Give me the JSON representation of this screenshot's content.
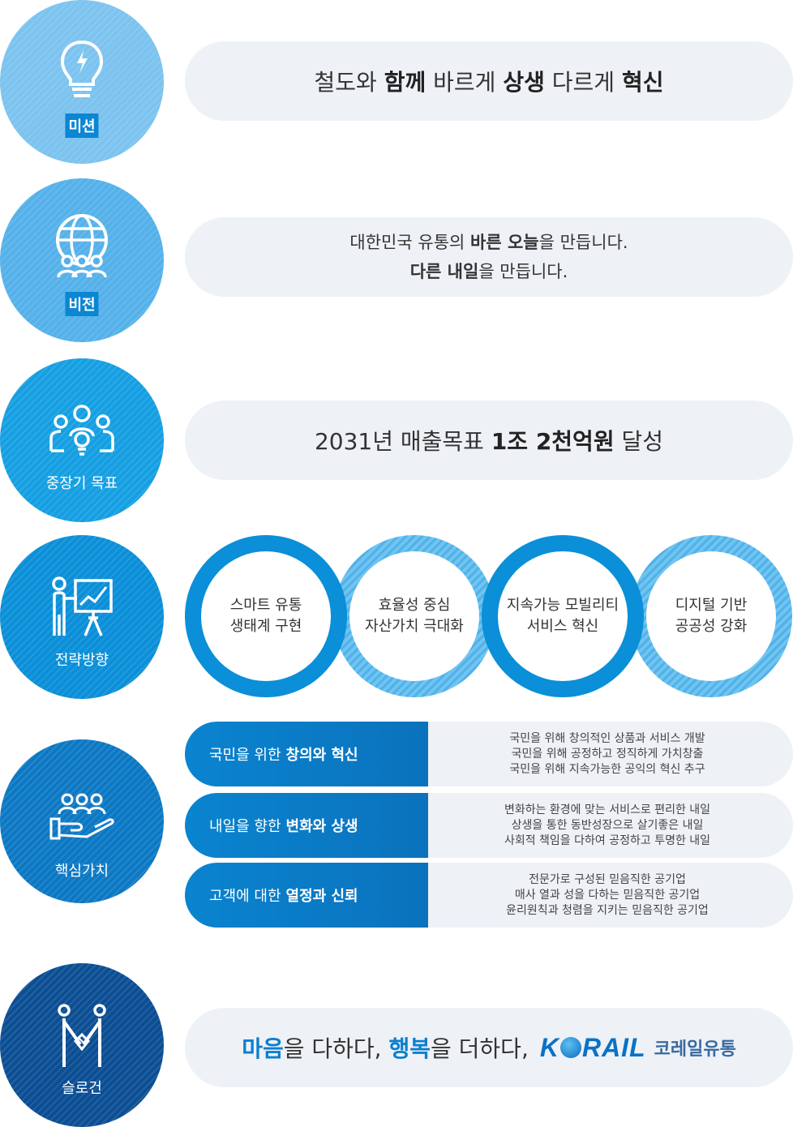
{
  "mission": {
    "tag": "미션",
    "text_parts": [
      {
        "t": "철도와 ",
        "b": false
      },
      {
        "t": "함께",
        "b": true
      },
      {
        "t": " 바르게 ",
        "b": false
      },
      {
        "t": "상생",
        "b": true
      },
      {
        "t": " 다르게 ",
        "b": false
      },
      {
        "t": "혁신",
        "b": true
      }
    ]
  },
  "vision": {
    "tag": "비전",
    "line1_parts": [
      {
        "t": "대한민국 유통의 ",
        "b": false
      },
      {
        "t": "바른 오늘",
        "b": true
      },
      {
        "t": "을 만듭니다.",
        "b": false
      }
    ],
    "line2_parts": [
      {
        "t": "다른 내일",
        "b": true
      },
      {
        "t": "을 만듭니다.",
        "b": false
      }
    ]
  },
  "goal": {
    "tag": "중장기 목표",
    "text_parts": [
      {
        "t": "2031년 매출목표 ",
        "b": false
      },
      {
        "t": "1조 2천억원",
        "b": true
      },
      {
        "t": " 달성",
        "b": false
      }
    ]
  },
  "strategy": {
    "tag": "전략방향",
    "items": [
      {
        "line1": "스마트 유통",
        "line2": "생태계 구현"
      },
      {
        "line1": "효율성 중심",
        "line2": "자산가치 극대화"
      },
      {
        "line1": "지속가능 모빌리티",
        "line2": "서비스 혁신"
      },
      {
        "line1": "디지털 기반",
        "line2": "공공성 강화"
      }
    ]
  },
  "core_values": {
    "tag": "핵심가치",
    "items": [
      {
        "label_prefix": "국민을 위한",
        "label_bold": "창의와 혁신",
        "desc": [
          "국민을 위해 창의적인 상품과 서비스 개발",
          "국민을 위해 공정하고 정직하게 가치창출",
          "국민을 위해 지속가능한 공익의 혁신 추구"
        ]
      },
      {
        "label_prefix": "내일을 향한",
        "label_bold": "변화와 상생",
        "desc": [
          "변화하는 환경에 맞는 서비스로 편리한 내일",
          "상생을 통한 동반성장으로 살기좋은 내일",
          "사회적 책임을 다하여 공정하고 투명한 내일"
        ]
      },
      {
        "label_prefix": "고객에 대한",
        "label_bold": "열정과 신뢰",
        "desc": [
          "전문가로 구성된 믿음직한 공기업",
          "매사 열과 성을 다하는 믿음직한 공기업",
          "윤리원칙과 청렴을 지키는 믿음직한 공기업"
        ]
      }
    ]
  },
  "slogan": {
    "tag": "슬로건",
    "hl1": "마음",
    "part1": "을 다하다,",
    "hl2": "행복",
    "part2": "을 더하다,",
    "logo_k": "K",
    "logo_rest": "RAIL",
    "logo_sub": "코레일유통"
  },
  "colors": {
    "mission_circle": "#7cc3ef",
    "vision_circle": "#55b1ea",
    "goal_circle": "#159fe2",
    "strategy_circle": "#0a8fd8",
    "values_circle": "#0c78c4",
    "slogan_circle": "#0b4e93",
    "pill_bg": "#eef1f6",
    "accent": "#0a7fcf"
  },
  "icons": [
    "lightbulb-icon",
    "globe-people-icon",
    "team-idea-icon",
    "presentation-chart-icon",
    "hand-people-icon",
    "handshake-people-icon",
    "korail-logo"
  ]
}
